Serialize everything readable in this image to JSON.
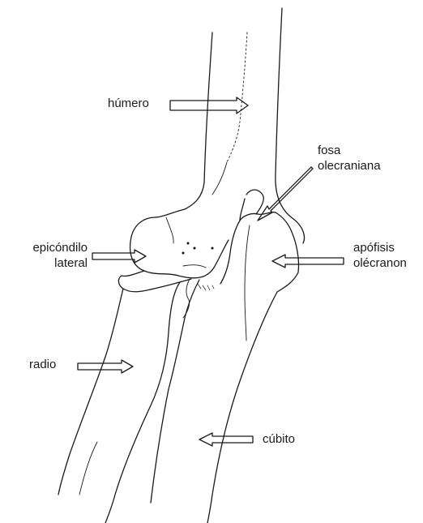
{
  "labels": {
    "humero": "húmero",
    "fosa_line1": "fosa",
    "fosa_line2": "olecraniana",
    "epicondilo_line1": "epicóndilo",
    "epicondilo_line2": "lateral",
    "apofisis_line1": "apófisis",
    "apofisis_line2": "olécranon",
    "radio": "radio",
    "cubito": "cúbito"
  },
  "colors": {
    "ink": "#1a1a1a",
    "background": "#ffffff"
  }
}
